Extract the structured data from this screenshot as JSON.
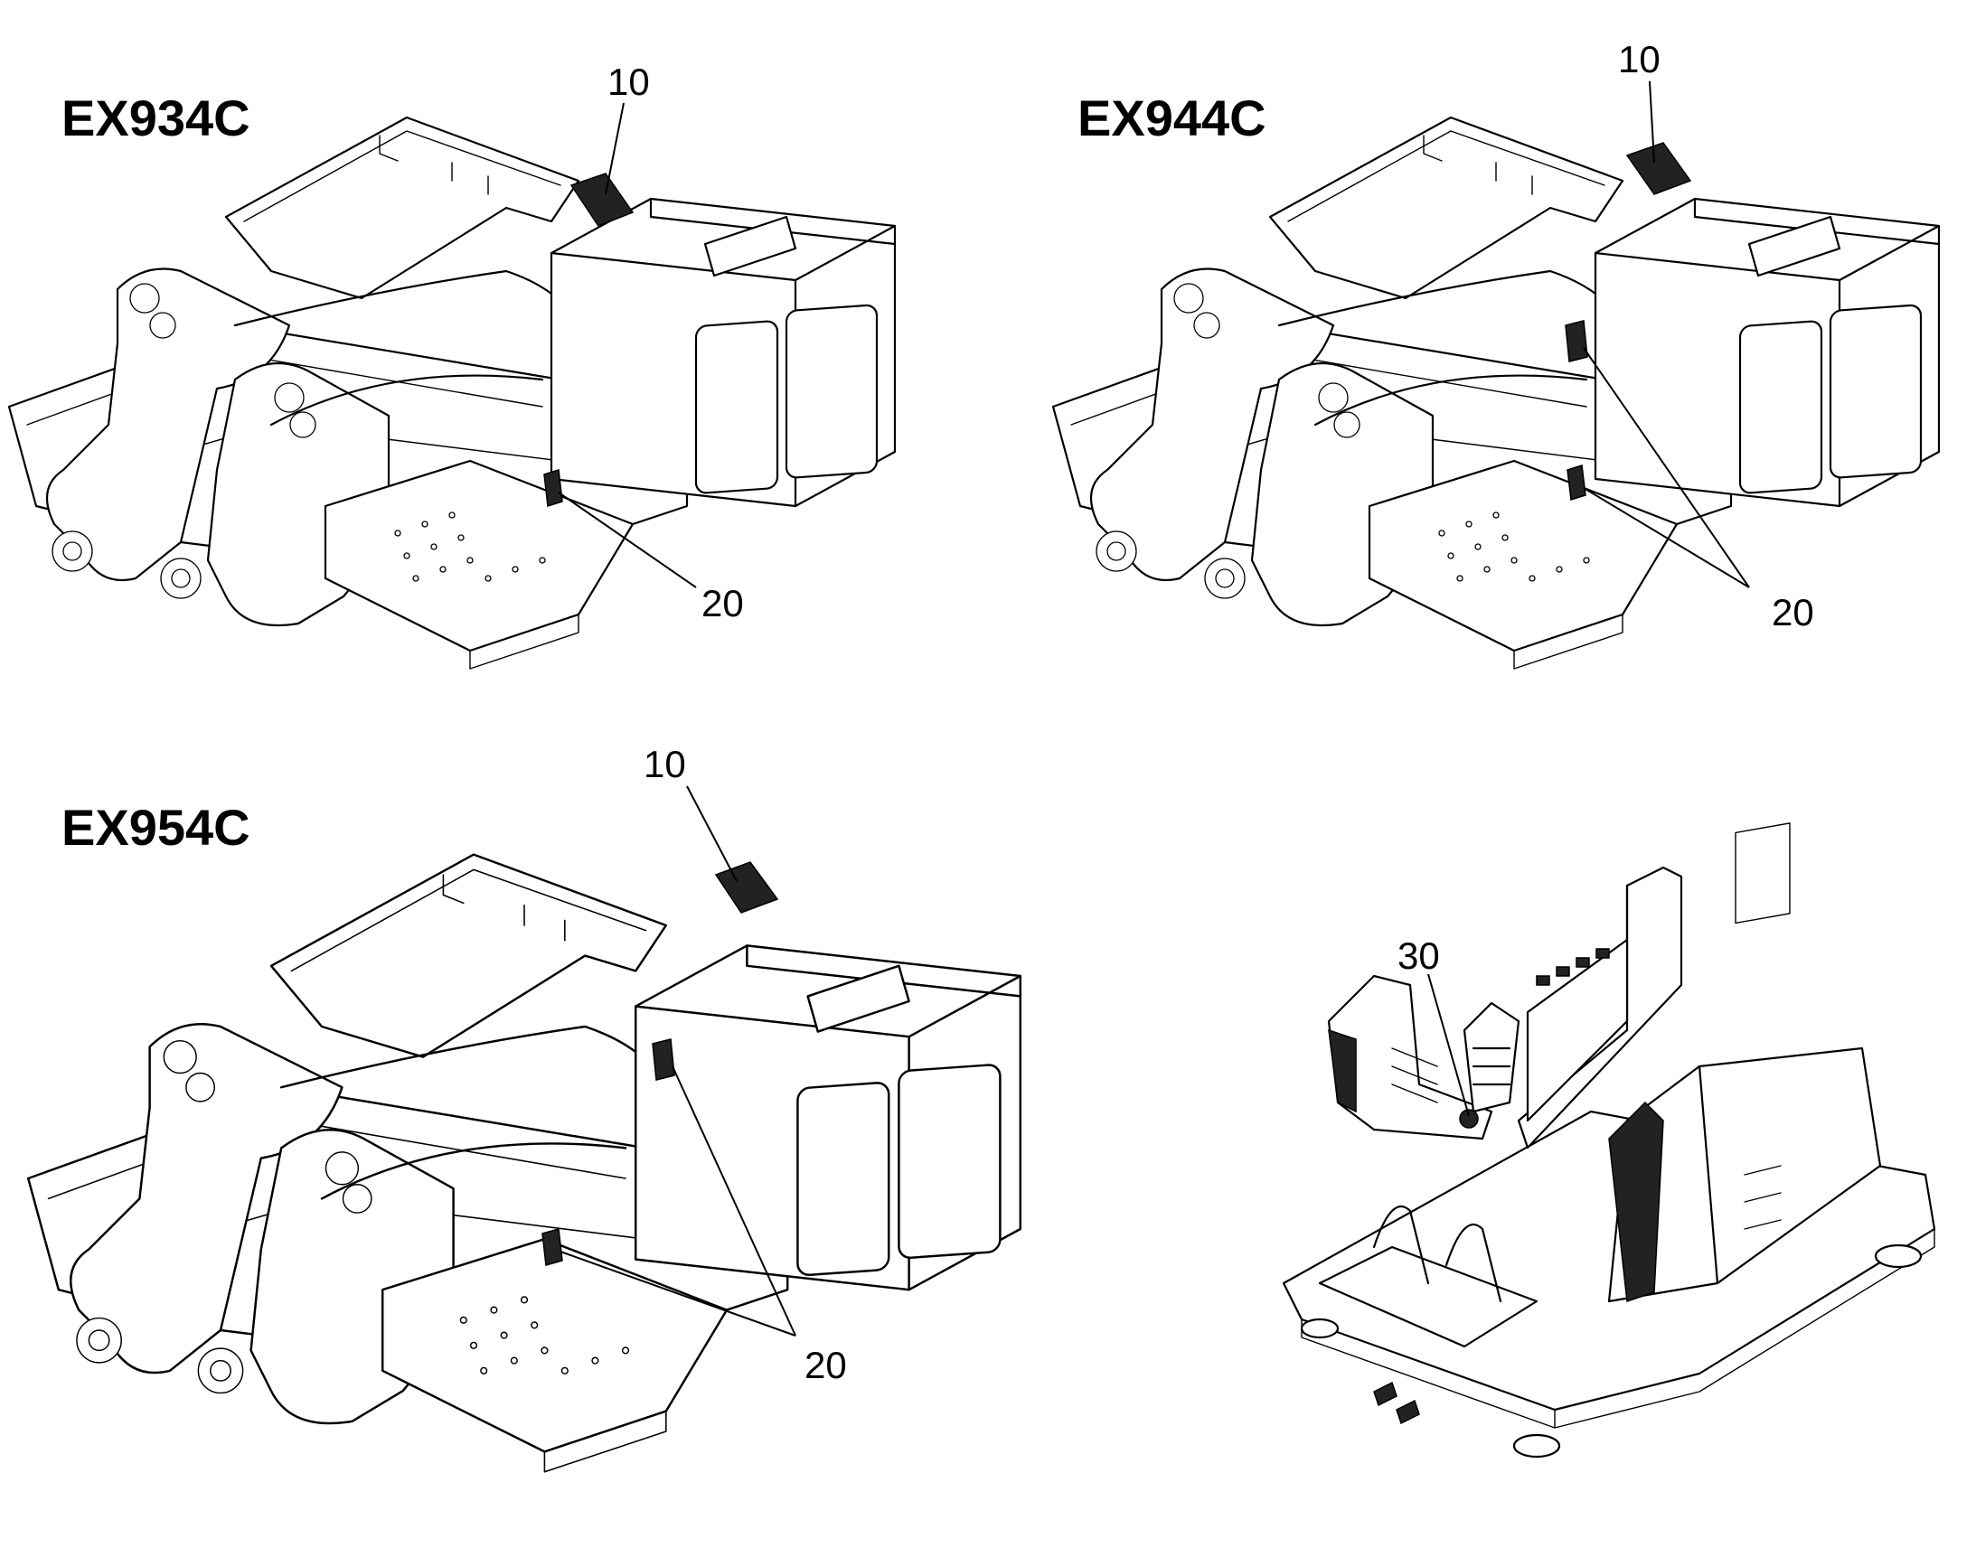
{
  "panels": [
    {
      "model": "EX934C",
      "callouts": [
        "10",
        "20"
      ]
    },
    {
      "model": "EX944C",
      "callouts": [
        "10",
        "20"
      ]
    },
    {
      "model": "EX954C",
      "callouts": [
        "10",
        "20"
      ]
    },
    {
      "model": "",
      "callouts": [
        "30"
      ]
    }
  ],
  "colors": {
    "line": "#000000",
    "background": "#ffffff"
  }
}
